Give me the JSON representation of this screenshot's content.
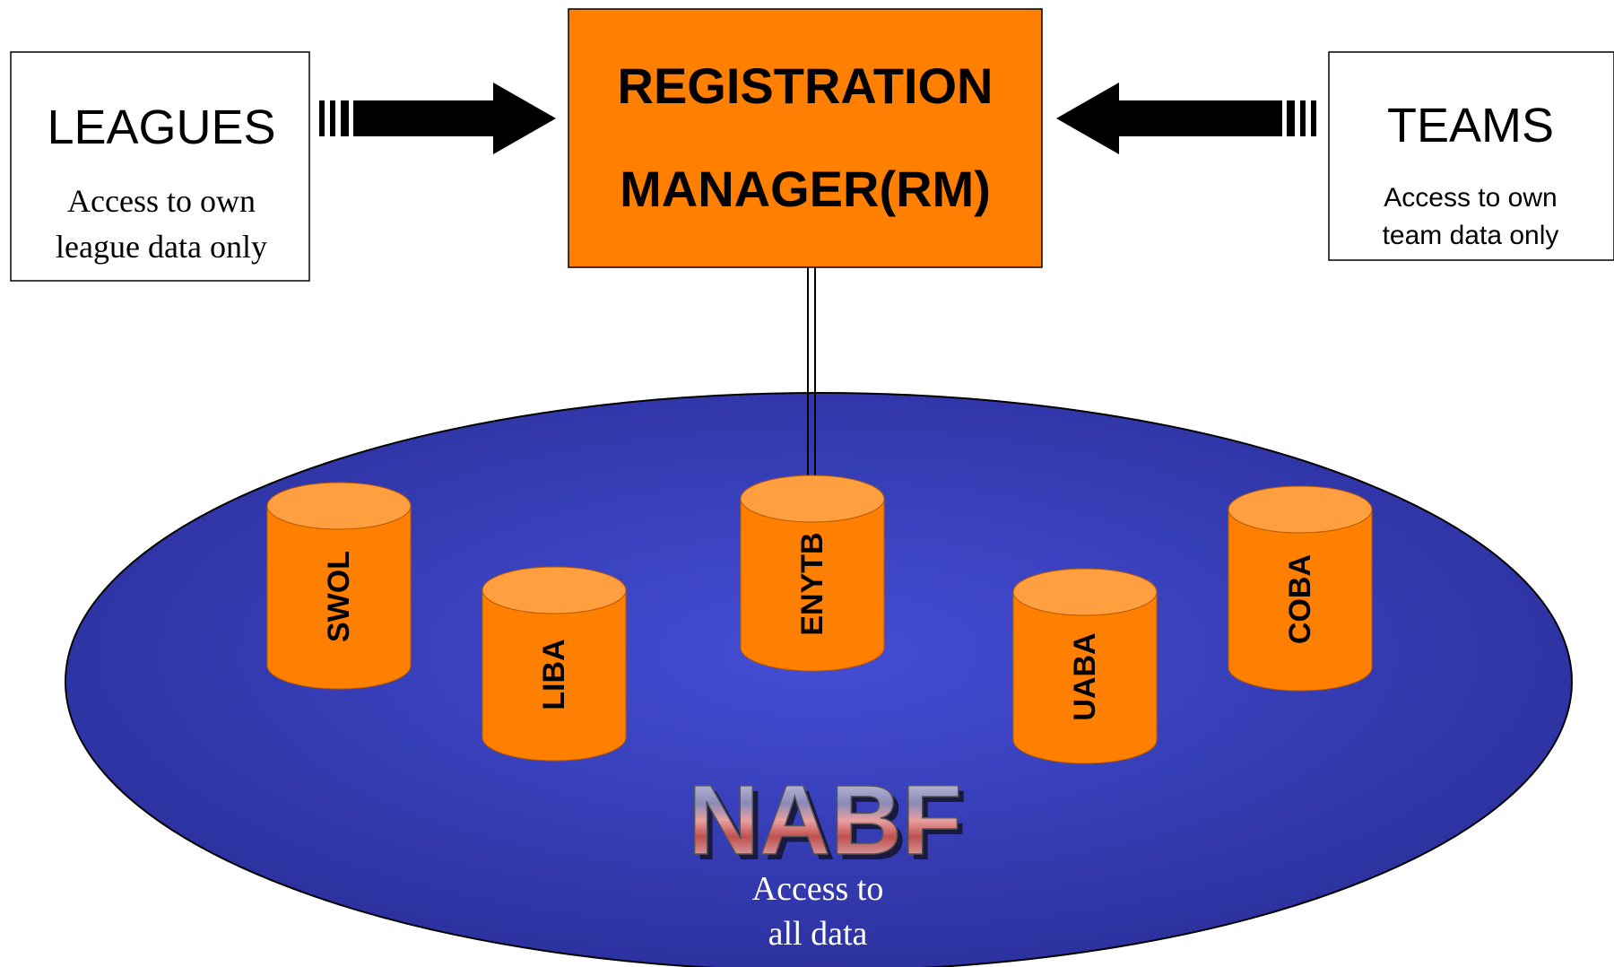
{
  "leagues": {
    "title": "LEAGUES",
    "caption_line1": "Access to own",
    "caption_line2": "league data only"
  },
  "teams": {
    "title": "TEAMS",
    "caption_line1": "Access to own",
    "caption_line2": "team data only"
  },
  "registration_manager": {
    "line1": "REGISTRATION",
    "line2": "MANAGER(RM)"
  },
  "databases": [
    {
      "label": "SWOL"
    },
    {
      "label": "LIBA"
    },
    {
      "label": "ENYTB"
    },
    {
      "label": "UABA"
    },
    {
      "label": "COBA"
    }
  ],
  "nabf": {
    "logo_text": "NABF",
    "caption_line1": "Access to",
    "caption_line2": "all data"
  },
  "colors": {
    "rm_box": "#ff7f00",
    "cylinder_body": "#ff7f00",
    "cylinder_top": "#ff9f40",
    "ellipse": "#3f47c8"
  }
}
